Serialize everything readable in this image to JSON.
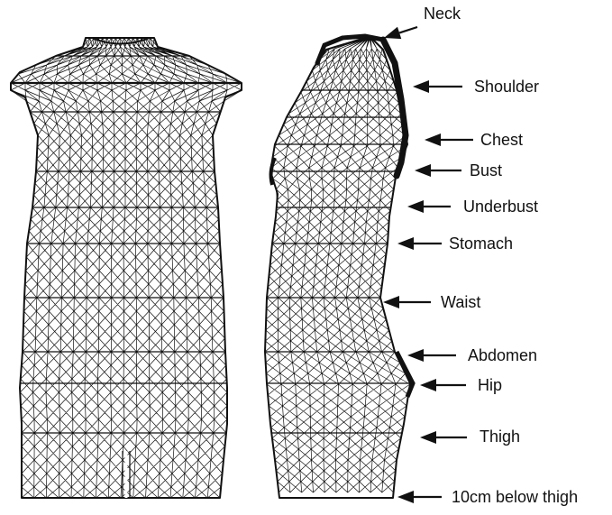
{
  "labels": {
    "neck": "Neck",
    "shoulder": "Shoulder",
    "chest": "Chest",
    "bust": "Bust",
    "underbust": "Underbust",
    "stomach": "Stomach",
    "waist": "Waist",
    "abdomen": "Abdomen",
    "hip": "Hip",
    "thigh": "Thigh",
    "below_thigh": "10cm below thigh"
  },
  "colors": {
    "mesh": "#111111",
    "background": "#ffffff"
  }
}
